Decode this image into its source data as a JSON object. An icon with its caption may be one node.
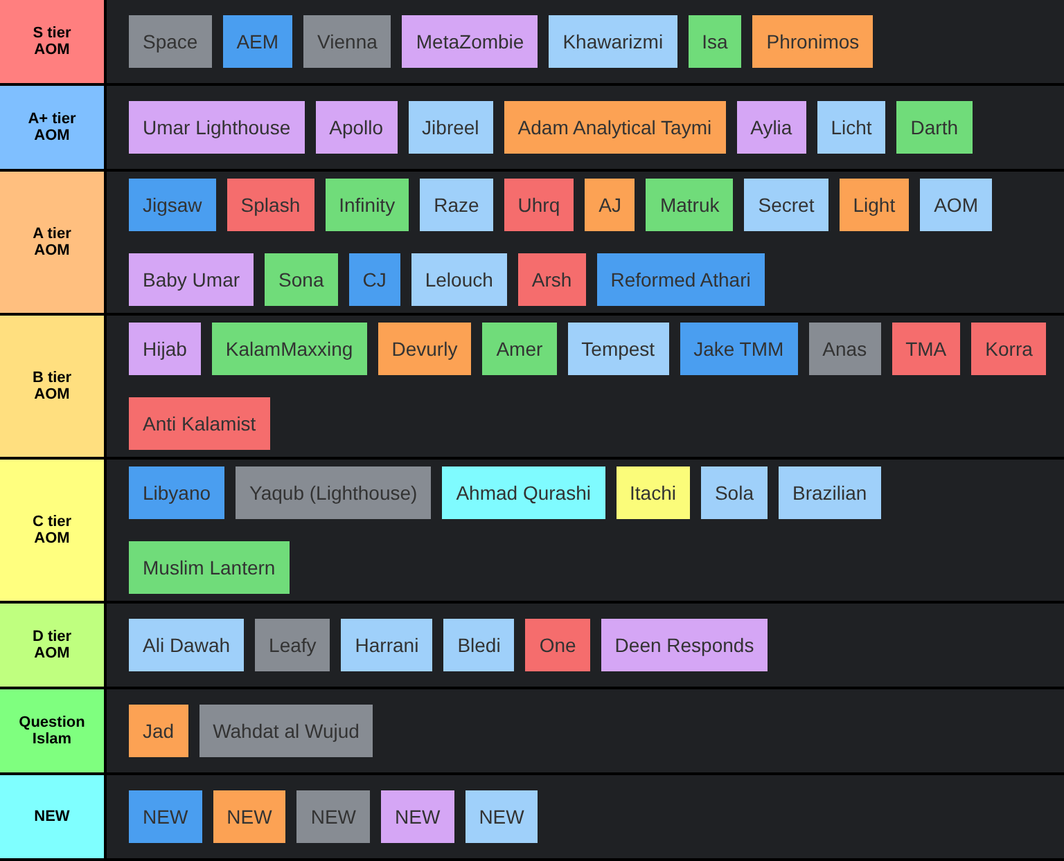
{
  "diagram": {
    "nodes": [
      {
        "text": [
          "S tier AOM"
        ]
      },
      {
        "text": [
          "Space"
        ]
      },
      {
        "text": [
          "AEM"
        ]
      },
      {
        "text": [
          "Vienna"
        ]
      },
      {
        "text": [
          "MetaZombie"
        ]
      },
      {
        "text": [
          "Khawarizmi"
        ]
      },
      {
        "text": [
          "Isa"
        ]
      },
      {
        "text": [
          "Phronimos"
        ]
      },
      {
        "text": [
          "A+ tier AOM"
        ]
      },
      {
        "text": [
          "Umar Lighthouse"
        ]
      },
      {
        "text": [
          "Apollo"
        ]
      },
      {
        "text": [
          "Jibreel"
        ]
      },
      {
        "text": [
          "Adam Analytical Taymi"
        ]
      },
      {
        "text": [
          "Aylia"
        ]
      },
      {
        "text": [
          "Licht"
        ]
      },
      {
        "text": [
          "Darth"
        ]
      },
      {
        "text": [
          "A tier AOM"
        ]
      },
      {
        "text": [
          "Jigsaw"
        ]
      },
      {
        "text": [
          "Splash"
        ]
      },
      {
        "text": [
          "Infinity"
        ]
      },
      {
        "text": [
          "Raze"
        ]
      },
      {
        "text": [
          "Uhrq"
        ]
      },
      {
        "text": [
          "AJ"
        ]
      },
      {
        "text": [
          "Matruk"
        ]
      },
      {
        "text": [
          "Secret"
        ]
      },
      {
        "text": [
          "Light"
        ]
      },
      {
        "text": [
          "AOM"
        ]
      },
      {
        "text": [
          "Baby Umar"
        ]
      },
      {
        "text": [
          "Sona"
        ]
      },
      {
        "text": [
          "CJ"
        ]
      },
      {
        "text": [
          "Lelouch"
        ]
      },
      {
        "text": [
          "Arsh"
        ]
      },
      {
        "text": [
          "Reformed Athari"
        ]
      },
      {
        "text": [
          "B tier AOM"
        ]
      },
      {
        "text": [
          "Hijab"
        ]
      },
      {
        "text": [
          "KalamMaxxing"
        ]
      },
      {
        "text": [
          "Devurly"
        ]
      },
      {
        "text": [
          "Amer"
        ]
      },
      {
        "text": [
          "Tempest"
        ]
      },
      {
        "text": [
          "Jake TMM"
        ]
      },
      {
        "text": [
          "Anas"
        ]
      },
      {
        "text": [
          "TMA"
        ]
      },
      {
        "text": [
          "Korra"
        ]
      },
      {
        "text": [
          "Anti Kalamist"
        ]
      },
      {
        "text": [
          "C tier AOM"
        ]
      },
      {
        "text": [
          "Libyano"
        ]
      },
      {
        "text": [
          "Yaqub (Lighthouse)"
        ]
      },
      {
        "text": [
          "Ahmad Qurashi"
        ]
      },
      {
        "text": [
          "Itachi"
        ]
      },
      {
        "text": [
          "Sola"
        ]
      },
      {
        "text": [
          "Brazilian"
        ]
      },
      {
        "text": [
          "Muslim Lantern"
        ]
      },
      {
        "text": [
          "D tier AOM"
        ]
      },
      {
        "text": [
          "Ali Dawah"
        ]
      },
      {
        "text": [
          "Leafy"
        ]
      },
      {
        "text": [
          "Harrani"
        ]
      },
      {
        "text": [
          "Bledi"
        ]
      },
      {
        "text": [
          "One"
        ]
      },
      {
        "text": [
          "Deen Responds"
        ]
      },
      {
        "text": [
          "Question Islam"
        ]
      },
      {
        "text": [
          "Jad"
        ]
      },
      {
        "text": [
          "Wahdat al Wujud"
        ]
      },
      {
        "text": [
          "NEW"
        ]
      },
      {
        "text": [
          "NEW"
        ]
      },
      {
        "text": [
          "NEW"
        ]
      },
      {
        "text": [
          "NEW"
        ]
      },
      {
        "text": [
          "NEW"
        ]
      },
      {
        "text": [
          "NEW"
        ]
      }
    ]
  }
}
